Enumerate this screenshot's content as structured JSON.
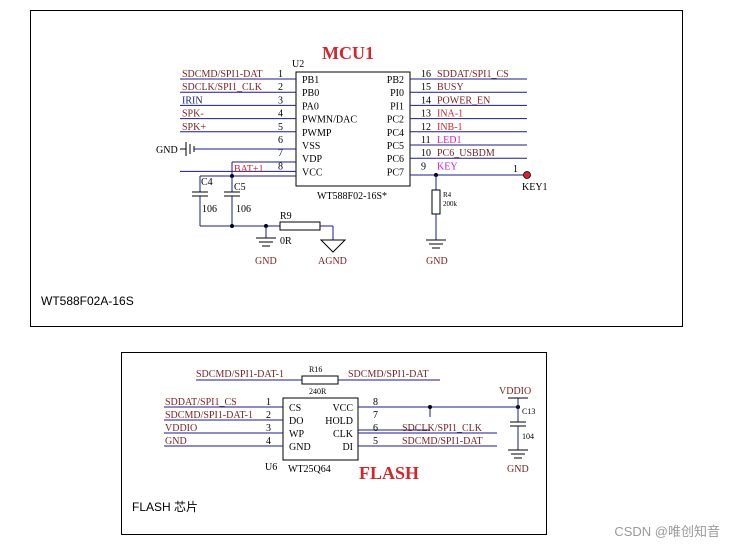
{
  "mcu": {
    "title": "MCU1",
    "ref": "U2",
    "part": "WT588F02-16S*",
    "caption": "WT588F02A-16S",
    "left_pins": [
      {
        "num": "1",
        "name": "PB1",
        "net": "SDCMD/SPI1-DAT"
      },
      {
        "num": "2",
        "name": "PB0",
        "net": "SDCLK/SPI1_CLK"
      },
      {
        "num": "3",
        "name": "PA0",
        "net": "IRIN"
      },
      {
        "num": "4",
        "name": "PWMN/DAC",
        "net": "SPK-"
      },
      {
        "num": "5",
        "name": "PWMP",
        "net": "SPK+"
      },
      {
        "num": "6",
        "name": "VSS",
        "net": ""
      },
      {
        "num": "7",
        "name": "VDP",
        "net": ""
      },
      {
        "num": "8",
        "name": "VCC",
        "net": "BAT+1"
      }
    ],
    "right_pins": [
      {
        "num": "16",
        "name": "PB2",
        "net": "SDDAT/SPI1_CS"
      },
      {
        "num": "15",
        "name": "PI0",
        "net": "BUSY"
      },
      {
        "num": "14",
        "name": "PI1",
        "net": "POWER_EN"
      },
      {
        "num": "13",
        "name": "PC2",
        "net": "INA-1"
      },
      {
        "num": "12",
        "name": "PC4",
        "net": "INB-1"
      },
      {
        "num": "11",
        "name": "PC5",
        "net": "LED1"
      },
      {
        "num": "10",
        "name": "PC6",
        "net": "PC6_USBDM"
      },
      {
        "num": "9",
        "name": "PC7",
        "net": "KEY"
      }
    ],
    "gnd_label": "GND",
    "c4": {
      "ref": "C4",
      "value": "106"
    },
    "c5": {
      "ref": "C5",
      "value": "106"
    },
    "r9": {
      "ref": "R9",
      "value": "0R"
    },
    "r4": {
      "ref": "R4",
      "value": "200k"
    },
    "key": {
      "ref": "KEY1",
      "pin": "1"
    },
    "gnd1": "GND",
    "agnd": "AGND",
    "gnd2": "GND"
  },
  "flash": {
    "title": "FLASH",
    "ref": "U6",
    "part": "WT25Q64",
    "caption": "FLASH 芯片",
    "left_pins": [
      {
        "num": "1",
        "name": "CS",
        "net": "SDDAT/SPI1_CS"
      },
      {
        "num": "2",
        "name": "DO",
        "net": "SDCMD/SPI1-DAT-1"
      },
      {
        "num": "3",
        "name": "WP",
        "net": "VDDIO"
      },
      {
        "num": "4",
        "name": "GND",
        "net": "GND"
      }
    ],
    "right_pins": [
      {
        "num": "8",
        "name": "VCC",
        "net": ""
      },
      {
        "num": "7",
        "name": "HOLD",
        "net": ""
      },
      {
        "num": "6",
        "name": "CLK",
        "net": "SDCLK/SPI1_CLK"
      },
      {
        "num": "5",
        "name": "DI",
        "net": "SDCMD/SPI1-DAT"
      }
    ],
    "r16": {
      "ref": "R16",
      "value": "240R",
      "left_net": "SDCMD/SPI1-DAT-1",
      "right_net": "SDCMD/SPI1-DAT"
    },
    "c13": {
      "ref": "C13",
      "value": "104"
    },
    "vddio": "VDDIO",
    "gnd": "GND"
  },
  "watermark": "CSDN @唯创知音",
  "colors": {
    "wire": "#1a1a8c",
    "label": "#7a1f1f",
    "title": "#d4252b",
    "magenta": "#d11fd1"
  }
}
